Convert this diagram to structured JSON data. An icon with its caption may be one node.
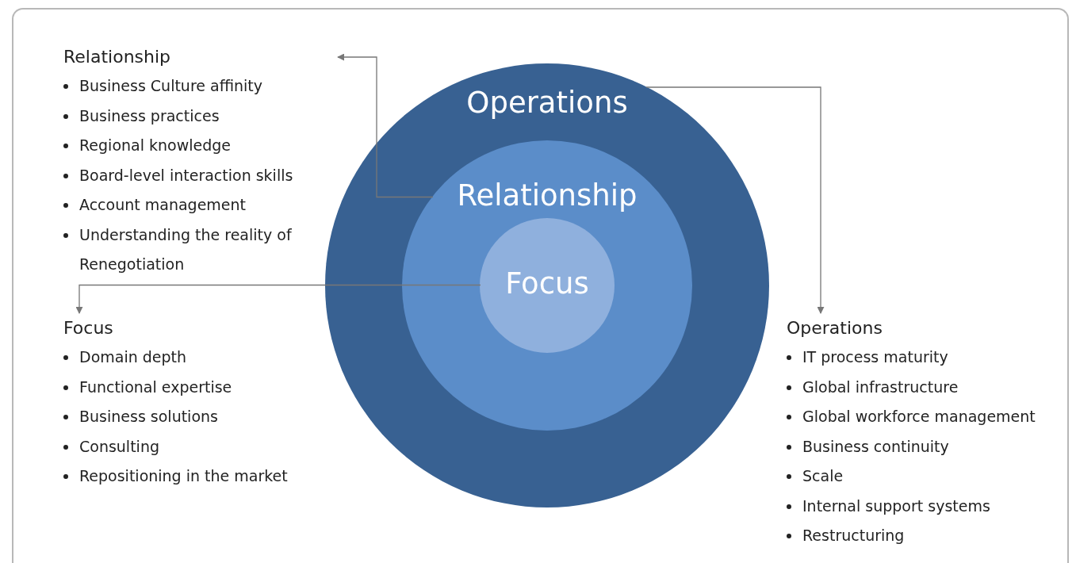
{
  "diagram": {
    "nodes": [
      {
        "text": [
          "Operations"
        ]
      },
      {
        "text": [
          "Relationship"
        ],
        "in": 0
      },
      {
        "text": [
          "Focus"
        ],
        "in": 1
      },
      {
        "text": [
          "Relationship",
          "Business Culture affinity",
          "Business practices",
          "Regional knowledge",
          "Board-level interaction skills",
          "Account management",
          "Understanding the reality of Renegotiation"
        ]
      },
      {
        "text": [
          "Focus",
          "Domain depth",
          "Functional expertise",
          "Business solutions",
          "Consulting",
          "Repositioning in the market"
        ]
      },
      {
        "text": [
          "Operations",
          "IT process maturity",
          "Global infrastructure",
          "Global workforce management",
          "Business continuity",
          "Scale",
          "Internal support systems",
          "Restructuring"
        ]
      }
    ],
    "edges": [
      {
        "from": 1,
        "to": 3,
        "arrow": "to"
      },
      {
        "from": 2,
        "to": 4,
        "arrow": "to"
      },
      {
        "from": 0,
        "to": 5,
        "arrow": "to"
      }
    ]
  }
}
